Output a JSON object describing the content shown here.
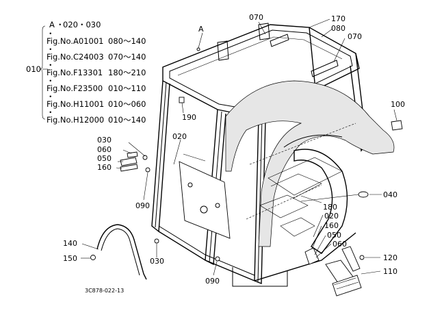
{
  "refs": {
    "group_letter": "A",
    "group_range": "020・030",
    "callout_010": "010",
    "bullet": "・",
    "lines": [
      {
        "fig": "Fig.No.A01001",
        "range": "080～140"
      },
      {
        "fig": "Fig.No.C24003",
        "range": "070～140"
      },
      {
        "fig": "Fig.No.F13301",
        "range": "180～210"
      },
      {
        "fig": "Fig.No.F23500",
        "range": "010～110"
      },
      {
        "fig": "Fig.No.H11001",
        "range": "010～060"
      },
      {
        "fig": "Fig.No.H12000",
        "range": "010～140"
      }
    ]
  },
  "labels": {
    "a_marker": "A",
    "l070a": "070",
    "l170": "170",
    "l080a": "080",
    "l070b": "070",
    "l190": "190",
    "l100": "100",
    "l020a": "020",
    "l030a": "030",
    "l060a": "060",
    "l050a": "050",
    "l160a": "160",
    "l090a": "090",
    "l040": "040",
    "l180": "180",
    "l020b": "020",
    "l160b": "160",
    "l050b": "050",
    "l060b": "060",
    "l140": "140",
    "l150": "150",
    "l030b": "030",
    "l090b": "090",
    "l120": "120",
    "l110": "110"
  },
  "diagram_code": "3C878-022-13"
}
